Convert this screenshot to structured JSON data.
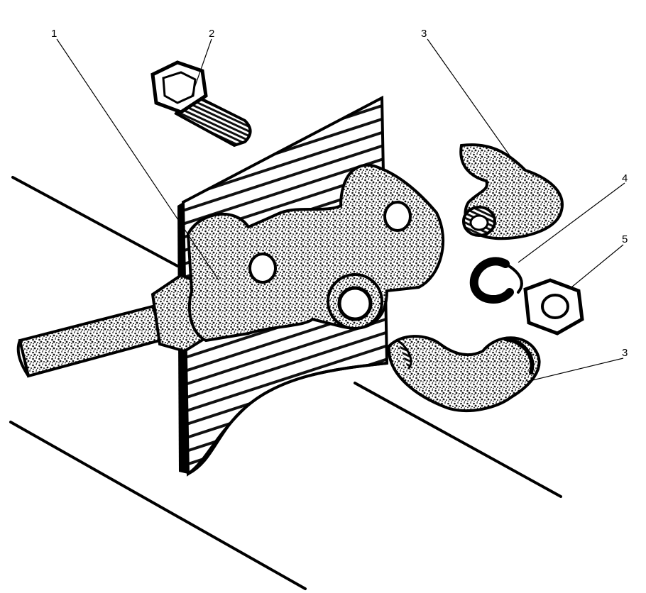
{
  "diagram": {
    "callouts": [
      {
        "id": "c1",
        "label": "1"
      },
      {
        "id": "c2",
        "label": "2"
      },
      {
        "id": "c3a",
        "label": "3"
      },
      {
        "id": "c4",
        "label": "4"
      },
      {
        "id": "c5",
        "label": "5"
      },
      {
        "id": "c3b",
        "label": "3"
      }
    ]
  },
  "colors": {
    "ink": "#000000",
    "paper": "#ffffff",
    "texture": "#1a1a1a"
  }
}
